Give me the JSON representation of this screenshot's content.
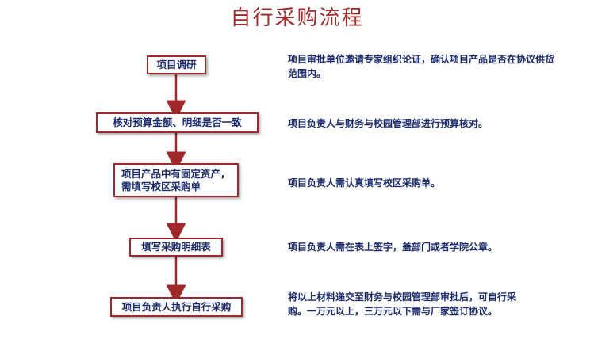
{
  "title": "自行采购流程",
  "steps": [
    {
      "label": "项目调研",
      "desc": "项目审批单位邀请专家组织论证，确认项目产品是否在协议供货范围内。"
    },
    {
      "label": "核对预算金额、明细是否一致",
      "desc": "项目负责人与财务与校园管理部进行预算核对。"
    },
    {
      "label": "项目产品中有固定资产，需填写校区采购单",
      "desc": "项目负责人需认真填写校区采购单。"
    },
    {
      "label": "填写采购明细表",
      "desc": "项目负责人需在表上签字，盖部门或者学院公章。"
    },
    {
      "label": "项目负责人执行自行采购",
      "desc": "将以上材料递交至财务与校园管理部审批后，可自行采购。一万元以上，三万元以下需与厂家签订协议。"
    }
  ],
  "colors": {
    "accent": "#a0282a",
    "text": "#1a2a6c",
    "title": "#a02a2a"
  }
}
